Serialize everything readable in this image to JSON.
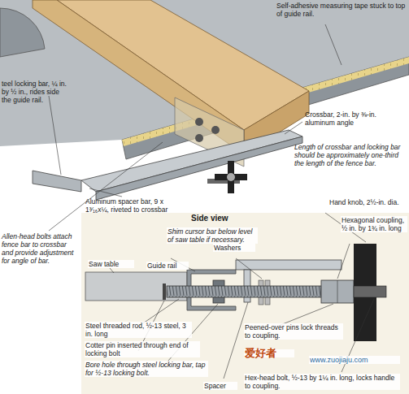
{
  "diagram": {
    "labels": [
      "Self-adhesive measuring tape stuck to top of guide rail.",
      "teel locking bar, ¼ in. by ½ in., rides side the guide rail.",
      "Crossbar, 2-in. by ⅜-in. aluminum angle",
      "Length of crossbar and locking bar should be approximately one-third the length of the fence bar.",
      "Aluminum spacer bar, 9 x 1³⁄₁₆x¼, riveted to crossbar",
      "Allen-head bolts attach fence bar to crossbar and provide adjustment for angle of bar.",
      "Side view",
      "Shim cursor bar below level of saw table if necessary.",
      "Hand knob, 2½-in. dia.",
      "Hexagonal coupling, ½ in. by 1¾ in. long",
      "Guide rail",
      "Washers",
      "Saw table",
      "Steel threaded rod, ½-13 steel, 3 in. long",
      "Cotter pin inserted through end of locking bolt",
      "Bore hole through steel locking bar, tap for ½-13 locking bolt.",
      "Spacer",
      "Peened-over pins lock threads to coupling.",
      "Hex-head bolt, ½-13 by 1¼ in. long, locks handle to coupling.",
      "www.zuojiaju.com",
      "爱好者"
    ]
  }
}
